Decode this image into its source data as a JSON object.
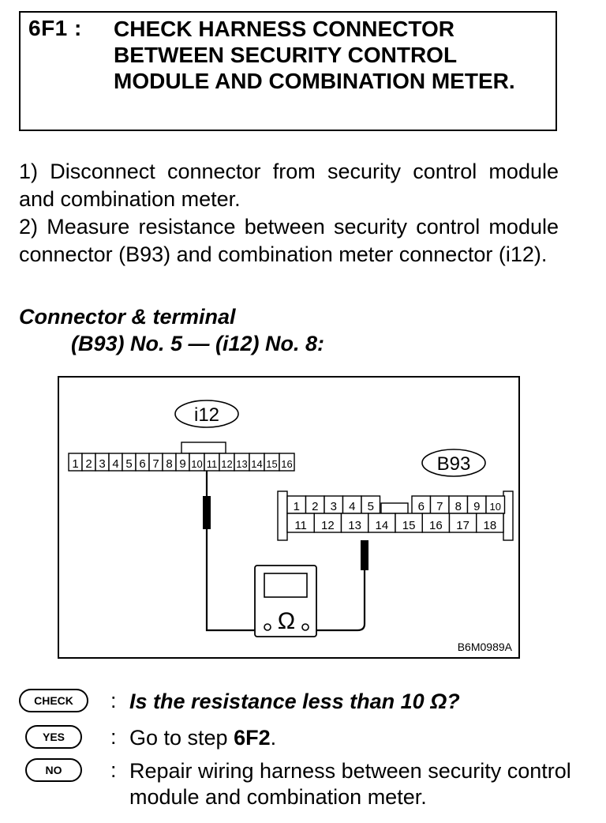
{
  "header": {
    "step_id": "6F1 :",
    "title": "CHECK HARNESS CONNECTOR BETWEEN SECURITY CONTROL MODULE AND COMBINATION METER."
  },
  "instructions": [
    "1) Disconnect connector from security control module and combination meter.",
    "2) Measure resistance between security control module connector (B93) and combination meter connector (i12)."
  ],
  "connector": {
    "label": "Connector & terminal",
    "terminal": "(B93) No. 5 — (i12) No. 8:"
  },
  "diagram": {
    "i12_label": "i12",
    "i12_pins": [
      "1",
      "2",
      "3",
      "4",
      "5",
      "6",
      "7",
      "8",
      "9",
      "10",
      "11",
      "12",
      "13",
      "14",
      "15",
      "16"
    ],
    "b93_label": "B93",
    "b93_top_left": [
      "1",
      "2",
      "3",
      "4",
      "5"
    ],
    "b93_top_right": [
      "6",
      "7",
      "8",
      "9",
      "10"
    ],
    "b93_bottom": [
      "11",
      "12",
      "13",
      "14",
      "15",
      "16",
      "17",
      "18"
    ],
    "meter_symbol": "Ω",
    "figure_code": "B6M0989A"
  },
  "answers": {
    "check": {
      "badge": "CHECK",
      "text": "Is the resistance less than 10 Ω?"
    },
    "yes": {
      "badge": "YES",
      "text_prefix": "Go to step ",
      "step": "6F2",
      "text_suffix": "."
    },
    "no": {
      "badge": "NO",
      "text": "Repair wiring harness between security control module and combination meter."
    }
  }
}
